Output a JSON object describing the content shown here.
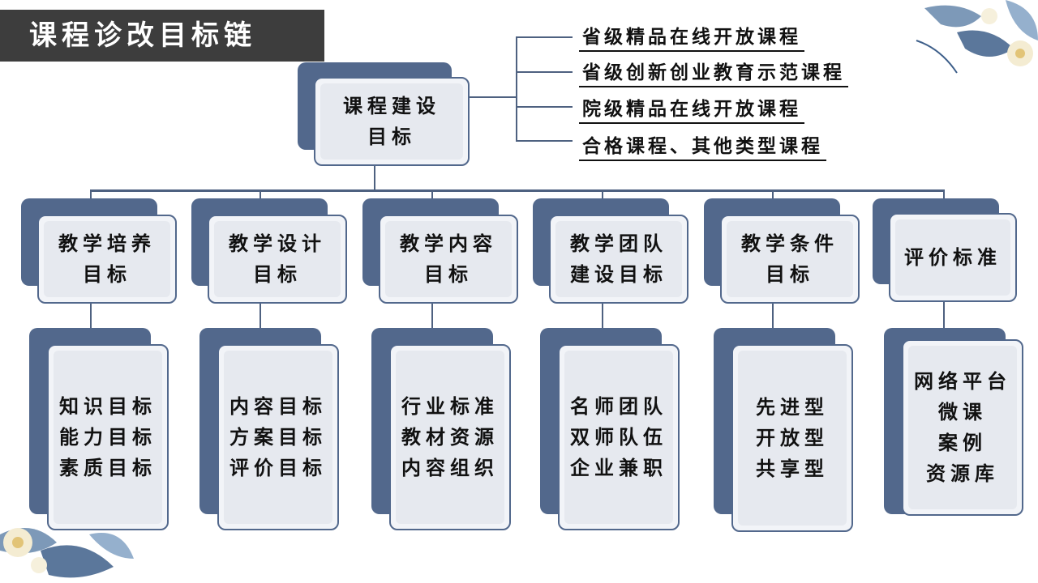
{
  "title": "课程诊改目标链",
  "root": {
    "label": "课程建设\n目标"
  },
  "right_items": [
    "省级精品在线开放课程",
    "省级创新创业教育示范课程",
    "院级精品在线开放课程",
    "合格课程、其他类型课程"
  ],
  "columns": [
    {
      "header": "教学培养\n目标",
      "detail": "知识目标\n能力目标\n素质目标"
    },
    {
      "header": "教学设计\n目标",
      "detail": "内容目标\n方案目标\n评价目标"
    },
    {
      "header": "教学内容\n目标",
      "detail": "行业标准\n教材资源\n内容组织"
    },
    {
      "header": "教学团队\n建设目标",
      "detail": "名师团队\n双师队伍\n企业兼职"
    },
    {
      "header": "教学条件\n目标",
      "detail": "先进型\n开放型\n共享型"
    },
    {
      "header": "评价标准",
      "detail": "网络平台\n微课\n案例\n资源库"
    }
  ],
  "colors": {
    "accent": "#52688c",
    "line": "#4e6180",
    "title_bg": "#3d3d3d"
  },
  "decorations": [
    "flower-top-right",
    "flower-bottom-left"
  ]
}
